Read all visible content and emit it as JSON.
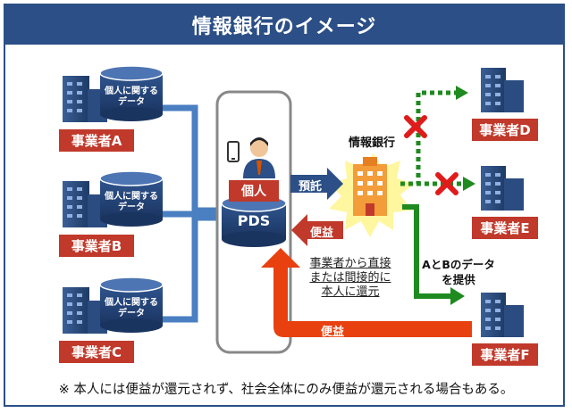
{
  "title": "情報銀行のイメージ",
  "businesses": {
    "a": "事業者A",
    "b": "事業者B",
    "c": "事業者C",
    "d": "事業者D",
    "e": "事業者E",
    "f": "事業者F"
  },
  "personal_data_label": "個人に関する\nデータ",
  "individual_label": "個人",
  "pds_label": "PDS",
  "info_bank_label": "情報銀行",
  "deposit_label": "預託",
  "benefit_label": "便益",
  "return_note": "事業者から直接\nまたは間接的に\n本人に還元",
  "ab_data_label": "AとBのデータ\nを提供",
  "footnote": "※  本人には便益が還元されず、社会全体にのみ便益が還元される場合もある。",
  "colors": {
    "navy": "#2b4f86",
    "red": "#c0392b",
    "orange_arrow": "#e8410f",
    "green": "#1f8a1f",
    "blue_line": "#4a7fc1"
  }
}
